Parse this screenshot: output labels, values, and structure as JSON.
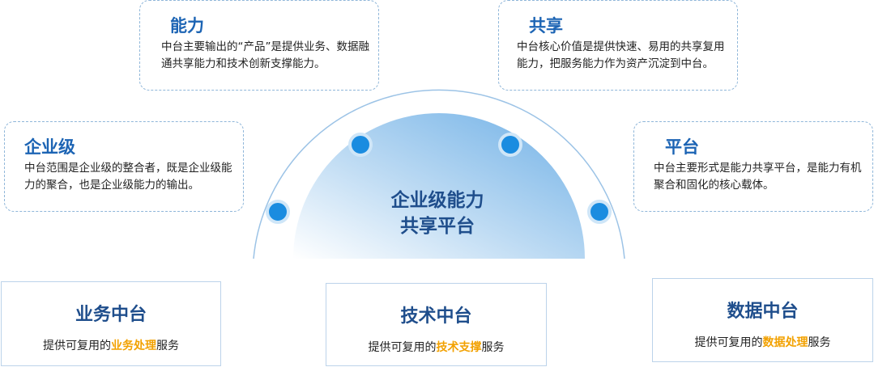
{
  "center": {
    "line1": "企业级能力",
    "line2": "共享平台"
  },
  "cards": {
    "nengli": {
      "title": "能力",
      "desc": "中台主要输出的“产品”是提供业务、数据融通共享能力和技术创新支撑能力。"
    },
    "gongxiang": {
      "title": "共享",
      "desc": "中台核心价值是提供快速、易用的共享复用能力，把服务能力作为资产沉淀到中台。"
    },
    "qiyeji": {
      "title": "企业级",
      "desc": "中台范围是企业级的整合者，既是企业级能力的聚合，也是企业级能力的输出。"
    },
    "pingtai": {
      "title": "平台",
      "desc": "中台主要形式是能力共享平台，是能力有机聚合和固化的核心载体。"
    }
  },
  "boxes": {
    "yewu": {
      "title": "业务中台",
      "pre": "提供可复用的",
      "hl": "业务处理",
      "post": "服务"
    },
    "jishu": {
      "title": "技术中台",
      "pre": "提供可复用的",
      "hl": "技术支撑",
      "post": "服务"
    },
    "shuju": {
      "title": "数据中台",
      "pre": "提供可复用的",
      "hl": "数据处理",
      "post": "服务"
    }
  },
  "colors": {
    "accent": "#1c64b4",
    "highlight": "#f2a100",
    "dot": "#1a8ce0",
    "border": "#8fb6d9"
  }
}
